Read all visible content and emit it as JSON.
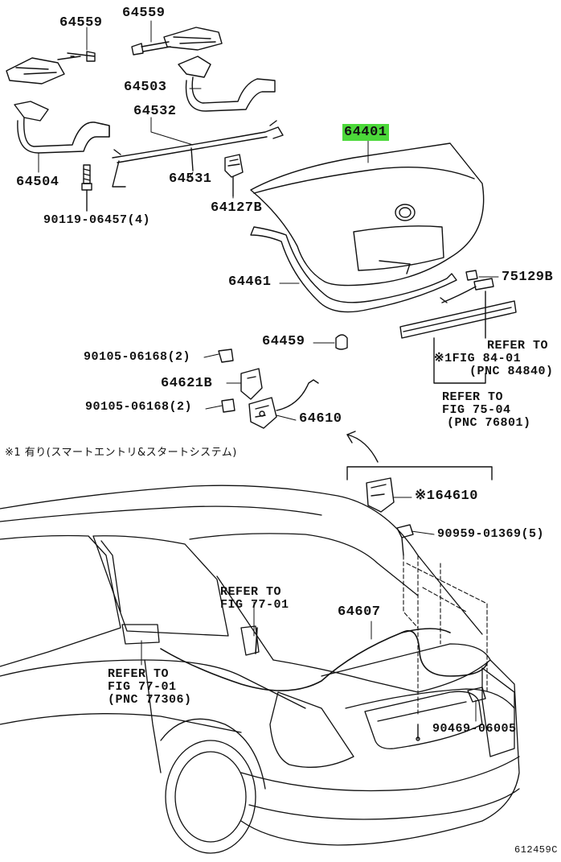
{
  "diagram_id": "612459C",
  "highlight_color": "#4cd93a",
  "line_color": "#111111",
  "footnote": "※1 有り(スマートエントリ&スタートシステム)",
  "parts": {
    "p64559_a": "64559",
    "p64559_b": "64559",
    "p64503": "64503",
    "p64532": "64532",
    "p64504": "64504",
    "p64531": "64531",
    "p64127b": "64127B",
    "p90119": "90119-06457(4)",
    "p64401": "64401",
    "p64461": "64461",
    "p75129b": "75129B",
    "p64459": "64459",
    "p90105_a": "90105-06168(2)",
    "p64621b": "64621B",
    "p90105_b": "90105-06168(2)",
    "p64610_a": "64610",
    "p64610_b": "※164610",
    "p90959": "90959-01369(5)",
    "p64607": "64607",
    "p90469": "90469-06005"
  },
  "refs": {
    "r84_1": "REFER TO",
    "r84_2": "※1FIG 84-01",
    "r84_3": "(PNC 84840)",
    "r75_1": "REFER TO",
    "r75_2": "FIG 75-04",
    "r75_3": "(PNC 76801)",
    "r77a_1": "REFER TO",
    "r77a_2": "FIG 77-01",
    "r77b_1": "REFER TO",
    "r77b_2": "FIG 77-01",
    "r77b_3": "(PNC 77306)"
  }
}
